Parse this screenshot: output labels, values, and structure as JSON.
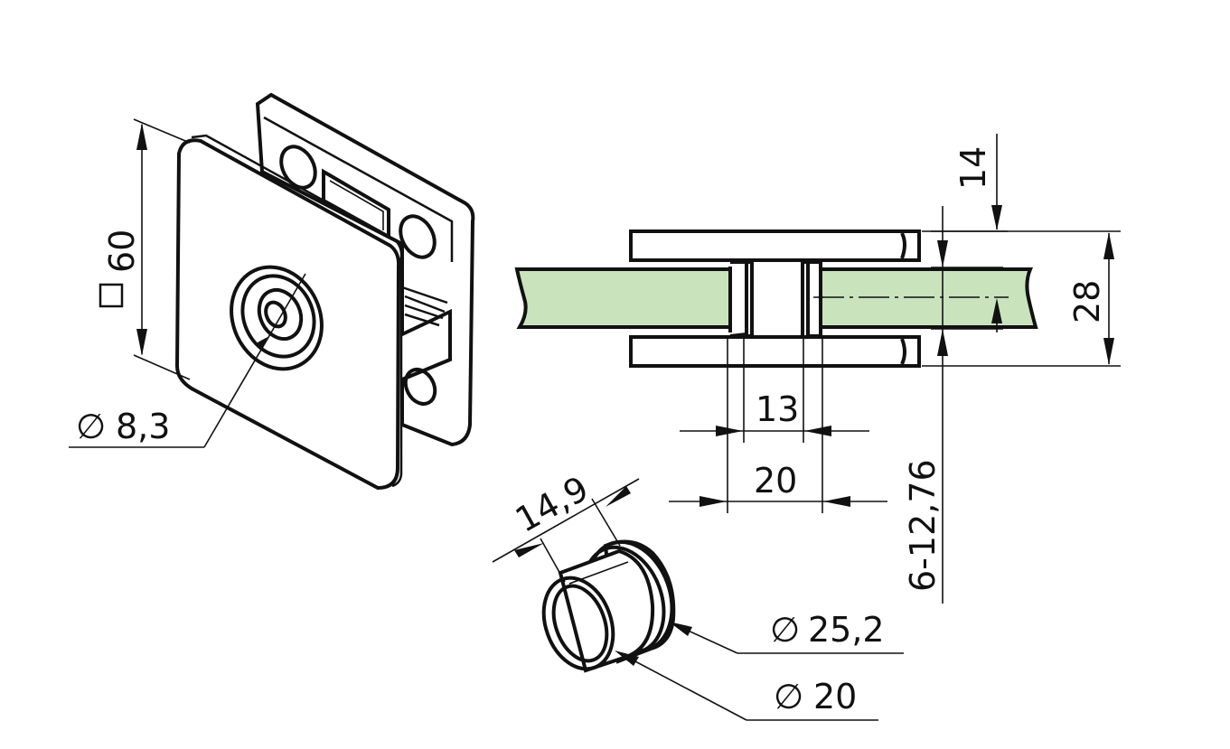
{
  "dimensions": {
    "square_size": "60",
    "hole_diameter": "8,3",
    "thickness_top": "14",
    "overall_height": "28",
    "gap_inner": "13",
    "gap_outer": "20",
    "glass_range": "6-12,76",
    "bushing_length": "14,9",
    "bushing_outer_diameter": "25,2",
    "bushing_inner_diameter": "20"
  },
  "symbols": {
    "diameter": "∅",
    "square": "□"
  },
  "colors": {
    "glass": "#c9e3bd",
    "line": "#111111"
  }
}
